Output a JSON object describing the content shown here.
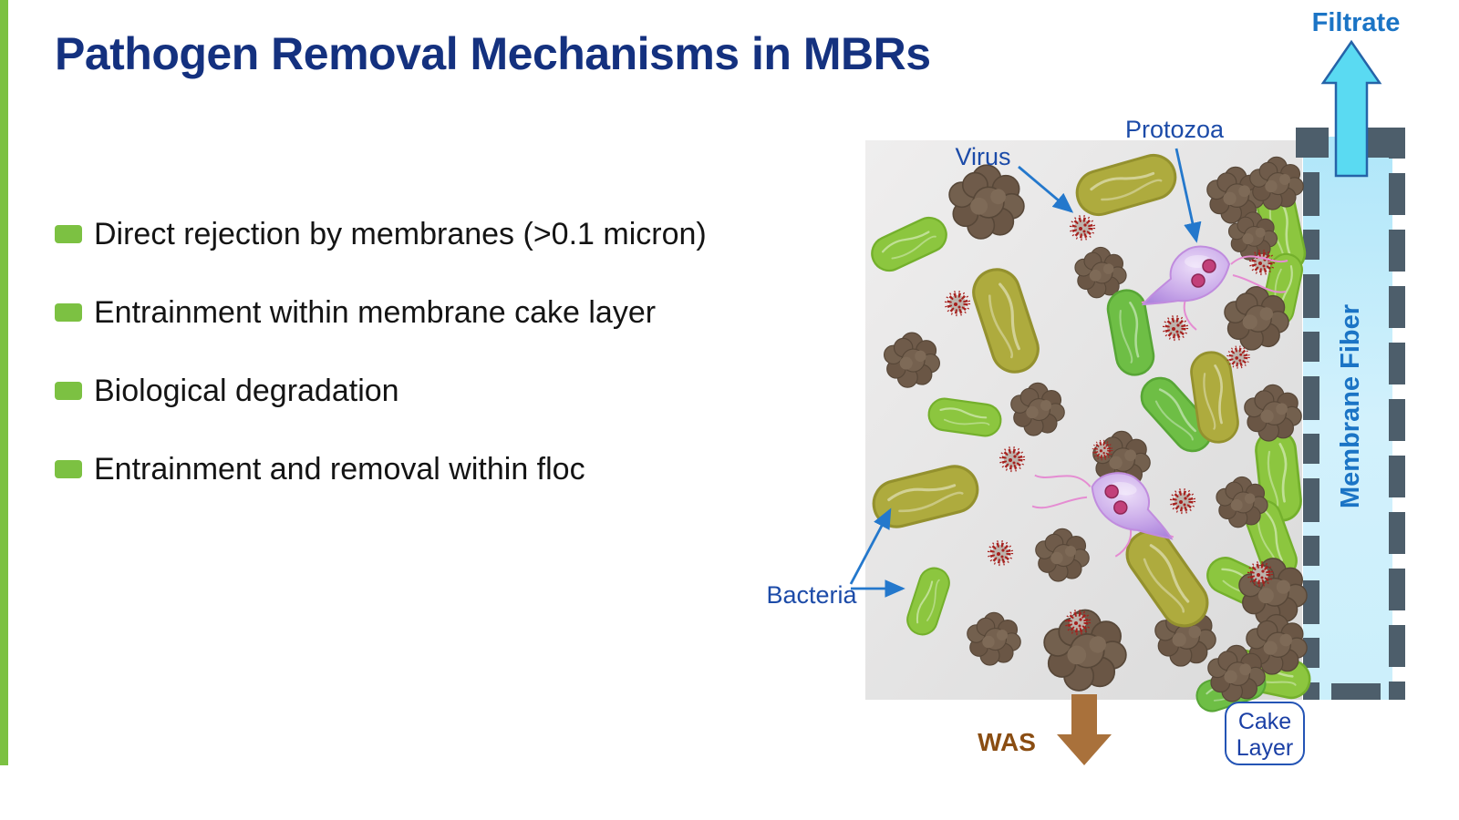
{
  "slide": {
    "title": "Pathogen Removal Mechanisms in MBRs",
    "bullets": [
      "Direct rejection by membranes (>0.1 micron)",
      "Entrainment within membrane cake layer",
      "Biological degradation",
      "Entrainment and removal within floc"
    ]
  },
  "diagram": {
    "labels": {
      "filtrate": "Filtrate",
      "virus": "Virus",
      "protozoa": "Protozoa",
      "bacteria": "Bacteria",
      "was": "WAS",
      "membrane_fiber": "Membrane Fiber",
      "cake_layer_line1": "Cake",
      "cake_layer_line2": "Layer"
    },
    "colors": {
      "accent_green": "#7CC142",
      "title_navy": "#14317F",
      "label_blue": "#1C4BA8",
      "filtrate_blue": "#1B74C5",
      "callout_arrow_blue": "#2478CC",
      "membrane_dash_slate": "#4D5E6B",
      "membrane_channel_cyan": "#BDEBFA",
      "filtrate_arrow_cyan": "#5ADAF2",
      "was_text_brown": "#8A4D12",
      "was_arrow_brown": "#A9713B",
      "floc_brown": "#6F5B4A",
      "bacteria_bright_green": "#8CC63F",
      "bacteria_mid_green": "#6EBE45",
      "bacteria_olive": "#AEAB3E",
      "virus_red": "#A6201D",
      "protozoa_purple": "#C9A9E9",
      "mixed_liquor_gray": "#E5E5E5"
    }
  }
}
